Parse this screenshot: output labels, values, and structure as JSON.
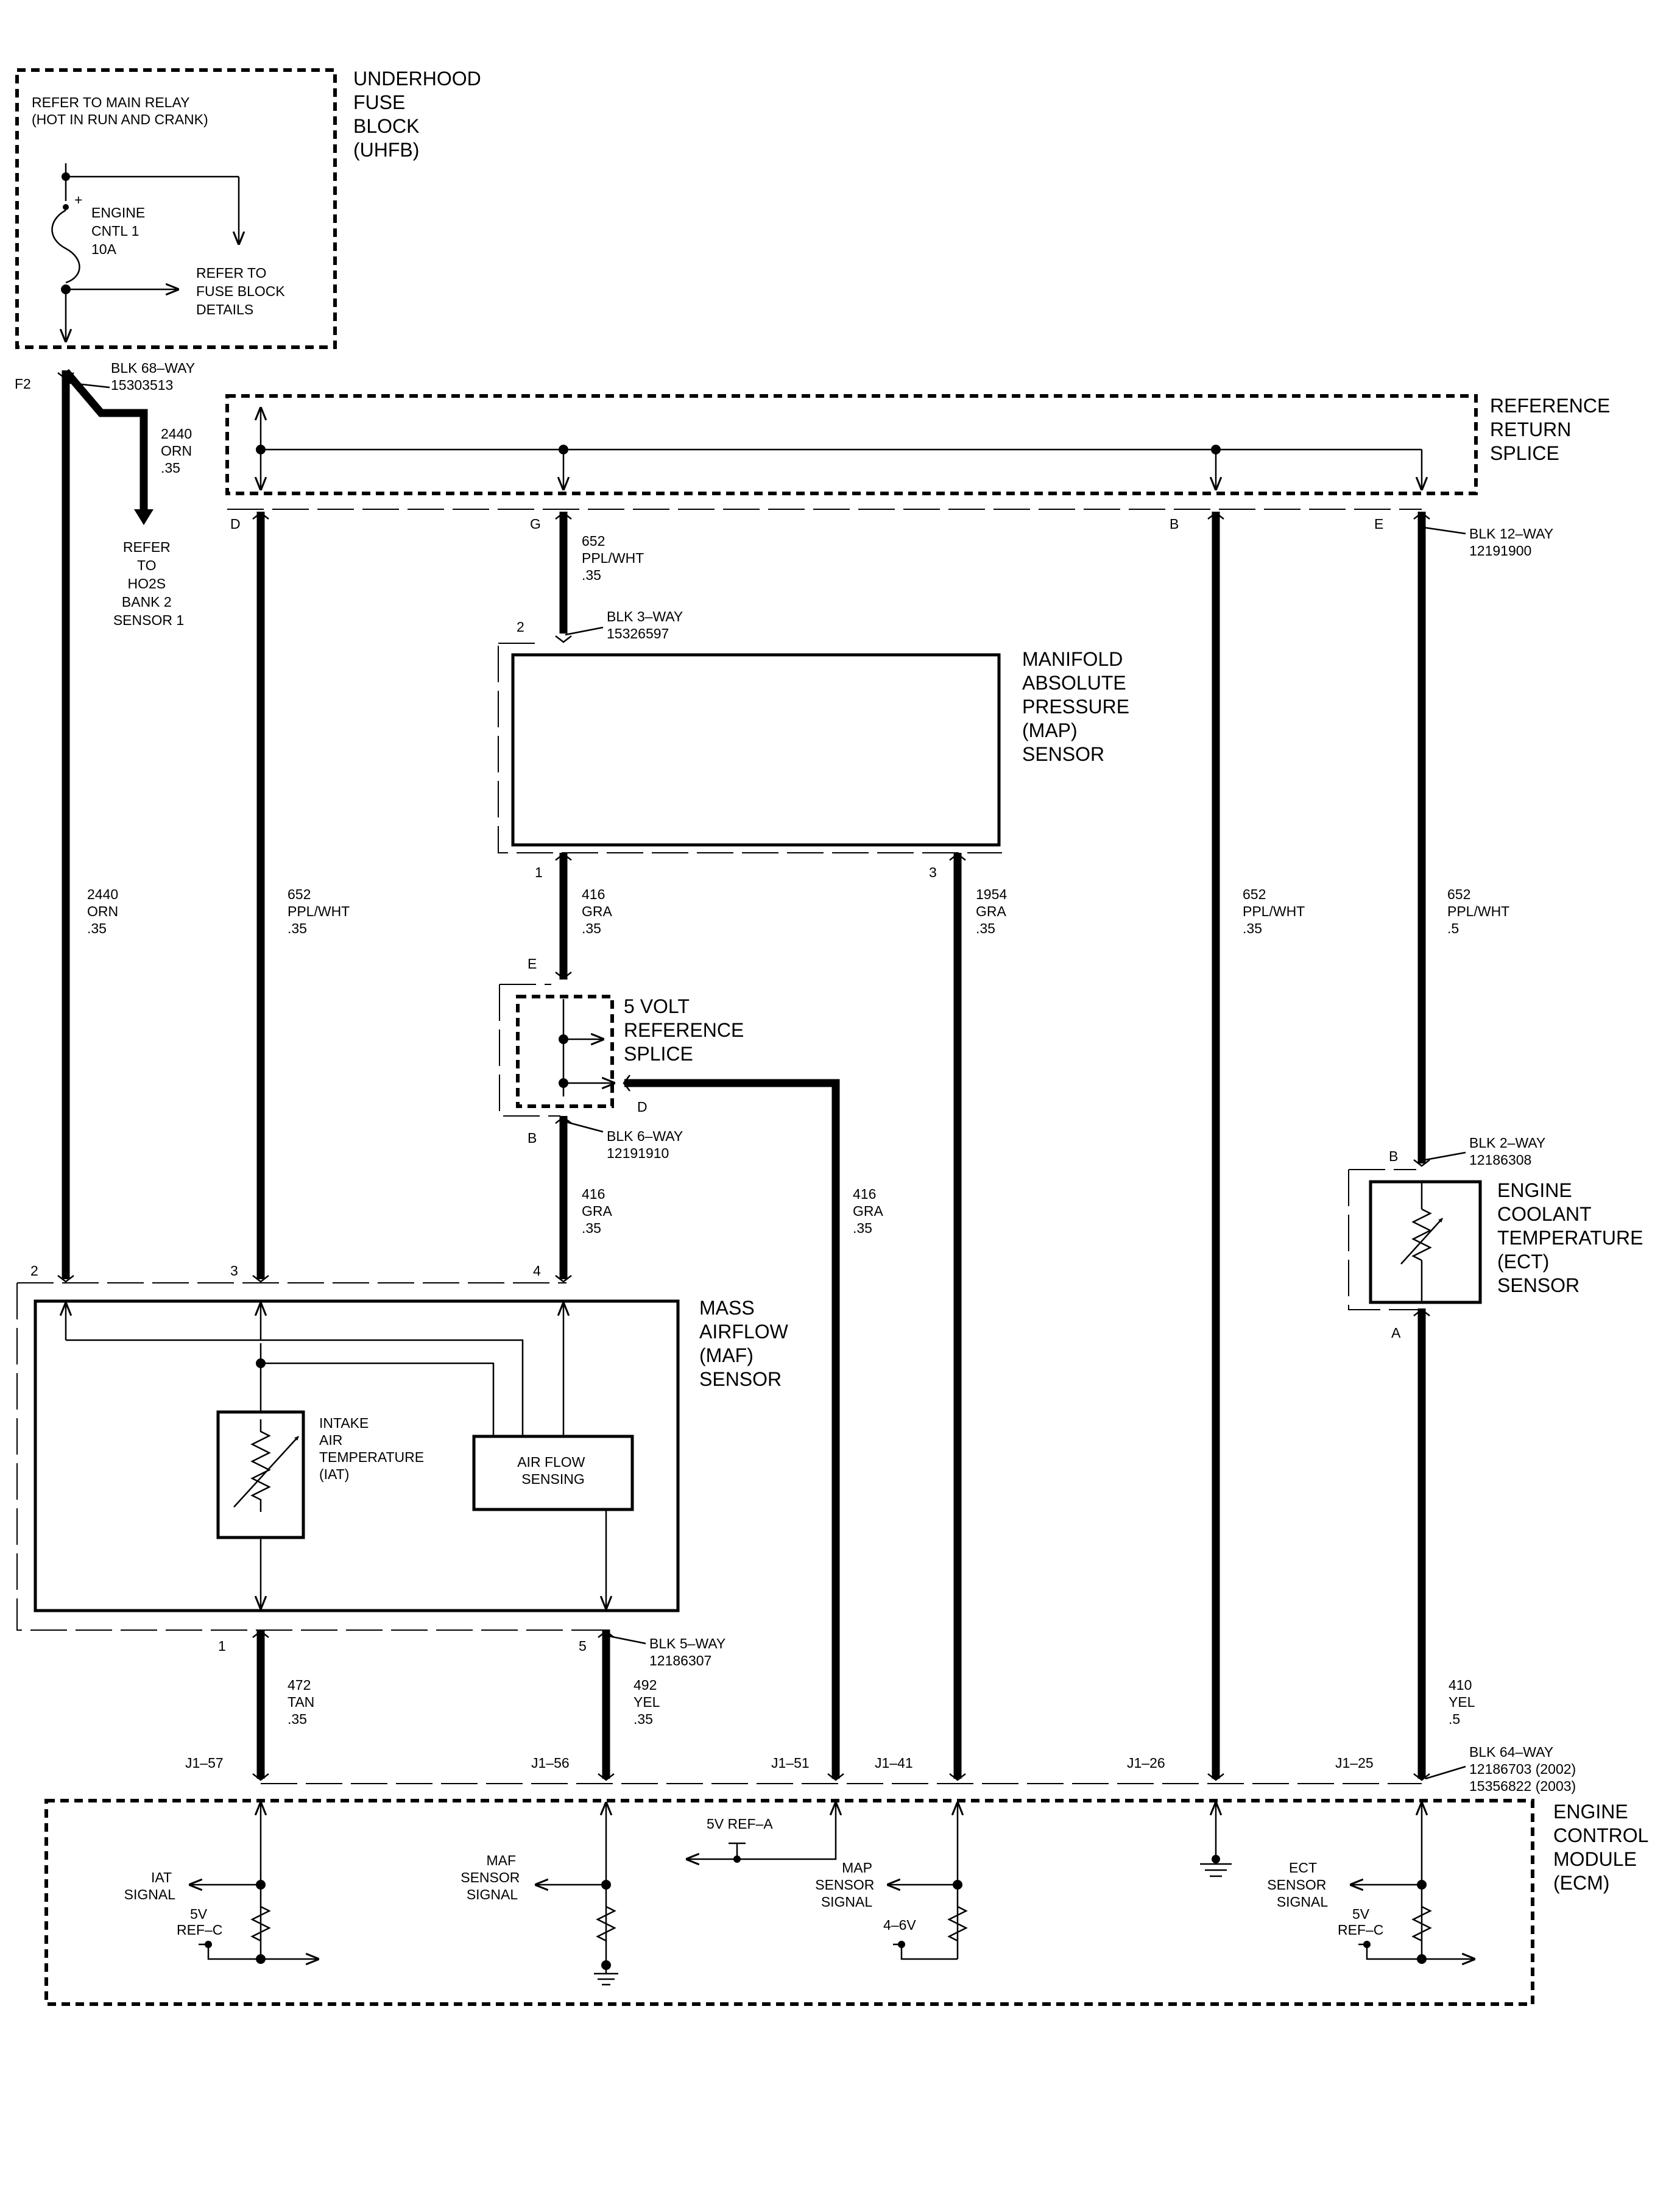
{
  "fuse_block": {
    "title": [
      "UNDERHOOD",
      "FUSE",
      "BLOCK",
      "(UHFB)"
    ],
    "main_relay": [
      "REFER TO MAIN RELAY",
      "(HOT IN RUN AND CRANK)"
    ],
    "fuse_name": [
      "ENGINE",
      "CNTL 1",
      "10A"
    ],
    "fuse_details": [
      "REFER TO",
      "FUSE BLOCK",
      "DETAILS"
    ],
    "fuse_terminal": "F2",
    "connector": [
      "BLK 68–WAY",
      "15303513"
    ],
    "branch_wire": [
      "2440",
      "ORN",
      ".35"
    ],
    "ho2s_ref": [
      "REFER",
      "TO",
      "HO2S",
      "BANK 2",
      "SENSOR 1"
    ]
  },
  "ref_return_splice": {
    "title": [
      "REFERENCE",
      "RETURN",
      "SPLICE"
    ],
    "pins": [
      "D",
      "G",
      "B",
      "E"
    ],
    "connector": [
      "BLK 12–WAY",
      "12191900"
    ]
  },
  "map_sensor": {
    "title": [
      "MANIFOLD",
      "ABSOLUTE",
      "PRESSURE",
      "(MAP)",
      "SENSOR"
    ],
    "connector": [
      "BLK 3–WAY",
      "15326597"
    ],
    "pins": [
      "2",
      "1",
      "3"
    ],
    "wire_top": [
      "652",
      "PPL/WHT",
      ".35"
    ]
  },
  "five_volt_splice": {
    "title": [
      "5 VOLT",
      "REFERENCE",
      "SPLICE"
    ],
    "pins": [
      "E",
      "D",
      "B"
    ],
    "connector": [
      "BLK 6–WAY",
      "12191910"
    ]
  },
  "ect_sensor": {
    "title": [
      "ENGINE",
      "COOLANT",
      "TEMPERATURE",
      "(ECT)",
      "SENSOR"
    ],
    "connector": [
      "BLK 2–WAY",
      "12186308"
    ],
    "pins": [
      "B",
      "A"
    ]
  },
  "maf_sensor": {
    "title": [
      "MASS",
      "AIRFLOW",
      "(MAF)",
      "SENSOR"
    ],
    "iat": [
      "INTAKE",
      "AIR",
      "TEMPERATURE",
      "(IAT)"
    ],
    "air_flow": [
      "AIR FLOW",
      "SENSING"
    ],
    "top_pins": [
      "2",
      "3",
      "4"
    ],
    "bottom_pins": [
      "1",
      "5"
    ],
    "connector": [
      "BLK 5–WAY",
      "12186307"
    ]
  },
  "wires": {
    "w2440": [
      "2440",
      "ORN",
      ".35"
    ],
    "w652a": [
      "652",
      "PPL/WHT",
      ".35"
    ],
    "w416a": [
      "416",
      "GRA",
      ".35"
    ],
    "w1954": [
      "1954",
      "GRA",
      ".35"
    ],
    "w652b": [
      "652",
      "PPL/WHT",
      ".35"
    ],
    "w652c": [
      "652",
      "PPL/WHT",
      ".5"
    ],
    "w416b": [
      "416",
      "GRA",
      ".35"
    ],
    "w416c": [
      "416",
      "GRA",
      ".35"
    ],
    "w472": [
      "472",
      "TAN",
      ".35"
    ],
    "w492": [
      "492",
      "YEL",
      ".35"
    ],
    "w410": [
      "410",
      "YEL",
      ".5"
    ]
  },
  "ecm": {
    "title": [
      "ENGINE",
      "CONTROL",
      "MODULE",
      "(ECM)"
    ],
    "pins": [
      "J1–57",
      "J1–56",
      "J1–51",
      "J1–41",
      "J1–26",
      "J1–25"
    ],
    "connector": [
      "BLK 64–WAY",
      "12186703 (2002)",
      "15356822 (2003)"
    ],
    "iat_signal": [
      "IAT",
      "SIGNAL"
    ],
    "maf_signal": [
      "MAF",
      "SENSOR",
      "SIGNAL"
    ],
    "map_signal": [
      "MAP",
      "SENSOR",
      "SIGNAL"
    ],
    "ect_signal": [
      "ECT",
      "SENSOR",
      "SIGNAL"
    ],
    "ref_c": [
      "5V",
      "REF–C"
    ],
    "ref_a": "5V REF–A",
    "map_range": "4–6V"
  }
}
